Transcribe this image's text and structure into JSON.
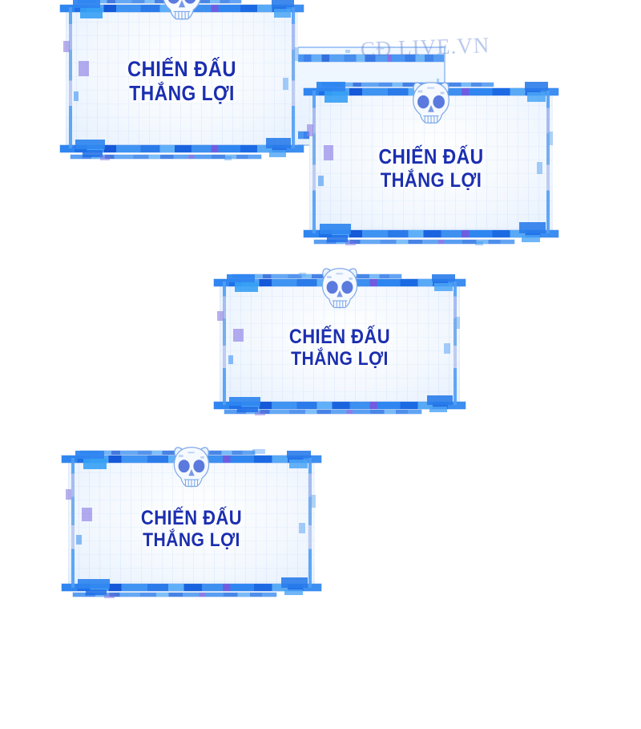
{
  "image": {
    "title": "CHIẾN ĐẤU THẮNG LỢI banner set",
    "background_color": "#ffffff",
    "accent_color": "#2f86f0",
    "text_color": "#1b2fb0",
    "plate_color": "#e3eefc"
  },
  "watermark": {
    "text": "CĐ LIVE.VN"
  },
  "banners": [
    {
      "id": "banner-1",
      "line1": "CHIẾN ĐẤU",
      "line2": "THẮNG LỢI",
      "emblem": "skull-icon"
    },
    {
      "id": "banner-2",
      "line1": "CHIẾN ĐẤU",
      "line2": "THẮNG LỢI",
      "emblem": "skull-icon"
    },
    {
      "id": "banner-3",
      "line1": "CHIẾN ĐẤU",
      "line2": "THẮNG LỢI",
      "emblem": "skull-icon"
    },
    {
      "id": "banner-4",
      "line1": "CHIẾN ĐẤU",
      "line2": "THẮNG LỢI",
      "emblem": "skull-icon"
    }
  ]
}
